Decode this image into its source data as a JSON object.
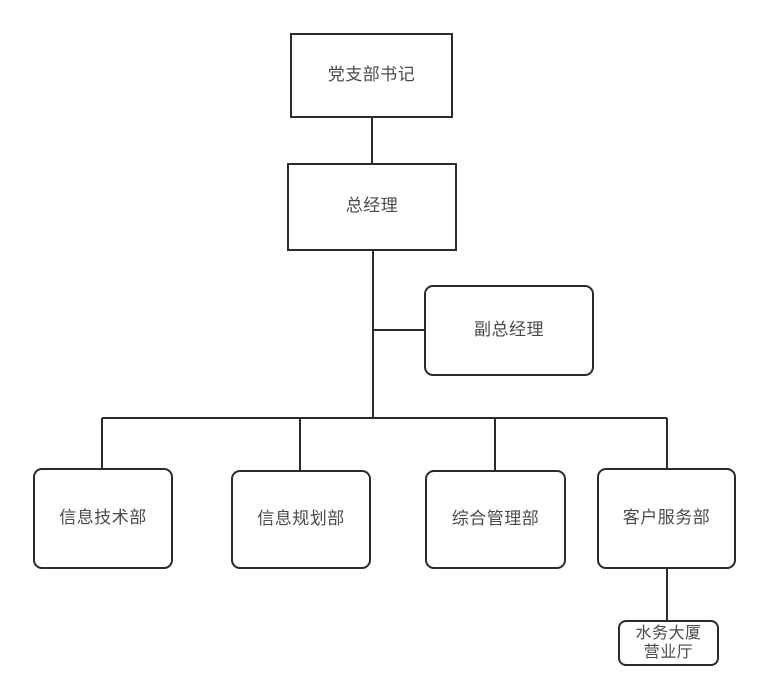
{
  "chart_data": {
    "type": "diagram",
    "diagram_kind": "organization-chart",
    "title": "",
    "orientation": "top-down",
    "nodes": [
      {
        "id": "party-secretary",
        "label": "党支部书记",
        "shape": "rectangle",
        "level": 0
      },
      {
        "id": "general-manager",
        "label": "总经理",
        "shape": "rectangle",
        "level": 1
      },
      {
        "id": "deputy-gm",
        "label": "副总经理",
        "shape": "rounded-rectangle",
        "level": 2
      },
      {
        "id": "dept-it",
        "label": "信息技术部",
        "shape": "rounded-rectangle",
        "level": 3
      },
      {
        "id": "dept-planning",
        "label": "信息规划部",
        "shape": "rounded-rectangle",
        "level": 3
      },
      {
        "id": "dept-admin",
        "label": "综合管理部",
        "shape": "rounded-rectangle",
        "level": 3
      },
      {
        "id": "dept-customer",
        "label": "客户服务部",
        "shape": "rounded-rectangle",
        "level": 3
      },
      {
        "id": "service-hall",
        "label": "水务大厦\n营业厅",
        "shape": "rounded-rectangle",
        "level": 4
      }
    ],
    "edges": [
      {
        "from": "party-secretary",
        "to": "general-manager"
      },
      {
        "from": "general-manager",
        "to": "deputy-gm"
      },
      {
        "from": "general-manager",
        "to": "dept-it"
      },
      {
        "from": "general-manager",
        "to": "dept-planning"
      },
      {
        "from": "general-manager",
        "to": "dept-admin"
      },
      {
        "from": "general-manager",
        "to": "dept-customer"
      },
      {
        "from": "dept-customer",
        "to": "service-hall"
      }
    ],
    "colors": {
      "background": "#ffffff",
      "node_fill": "#ffffff",
      "node_border": "#2b2b2b",
      "text": "#4a4a4a",
      "connector": "#2b2b2b"
    }
  },
  "nodes": {
    "party_secretary": "党支部书记",
    "general_manager": "总经理",
    "deputy_gm": "副总经理",
    "dept_it": "信息技术部",
    "dept_planning": "信息规划部",
    "dept_admin": "综合管理部",
    "dept_customer": "客户服务部",
    "service_hall": "水务大厦\n营业厅"
  }
}
